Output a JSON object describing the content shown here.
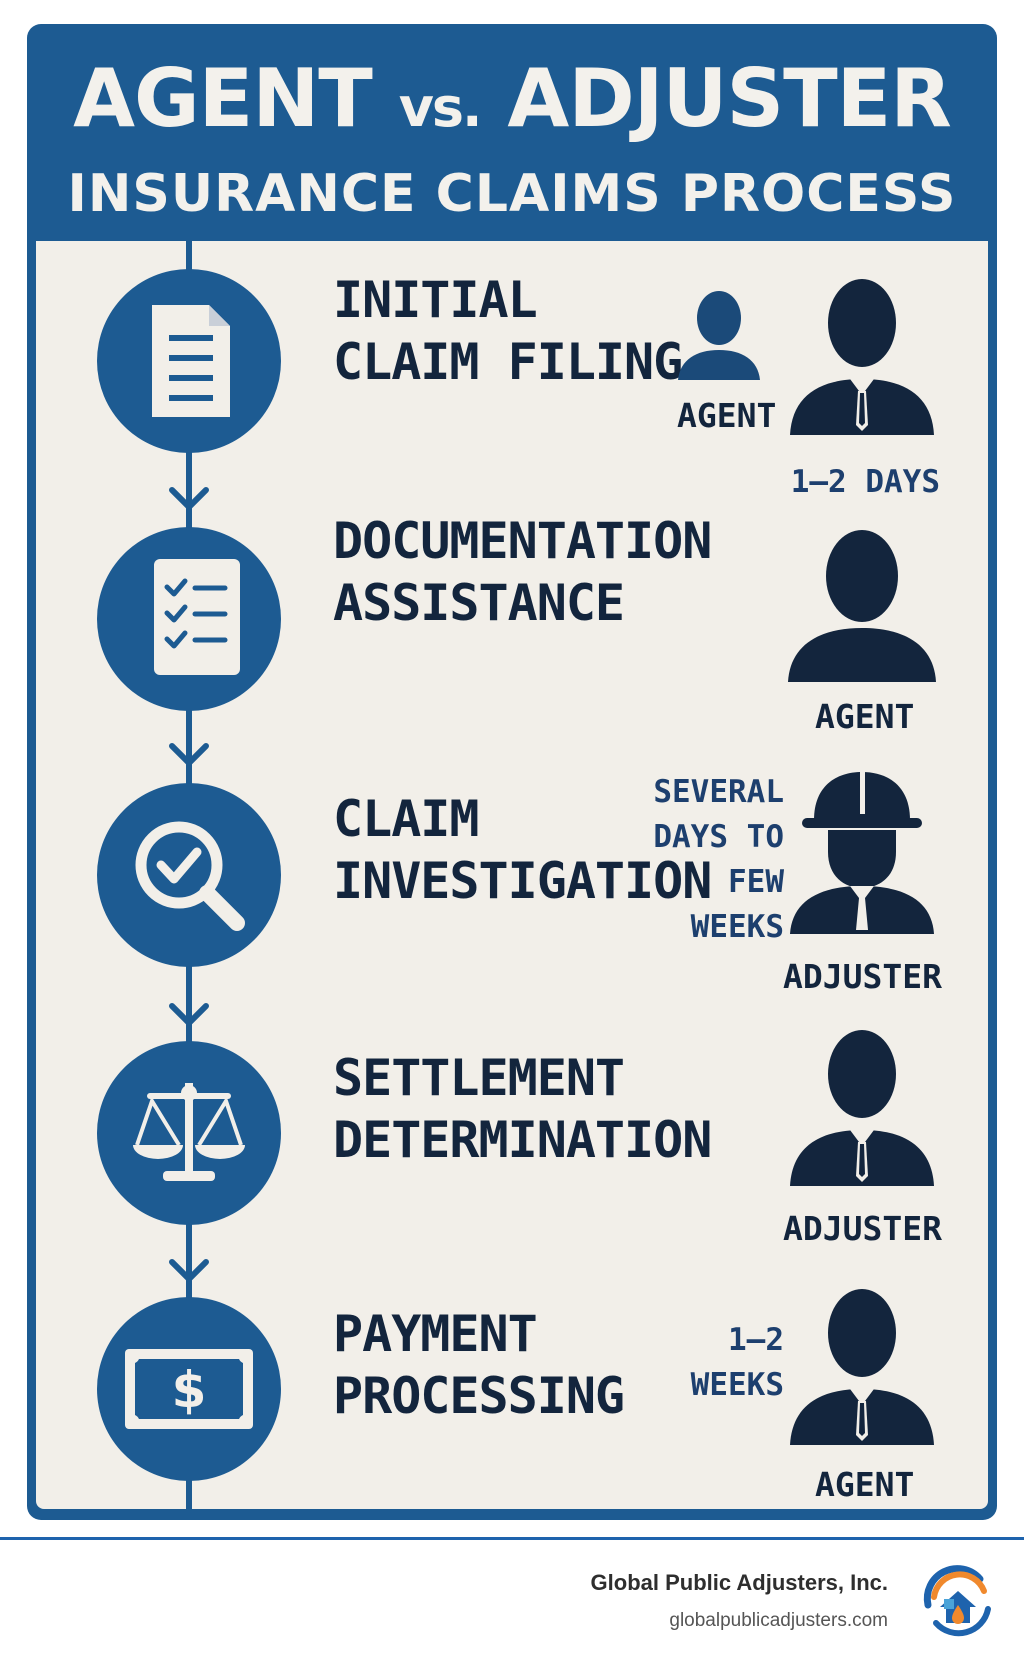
{
  "header": {
    "title_part1": "AGENT",
    "title_vs": "vs.",
    "title_part2": "ADJUSTER",
    "subtitle": "INSURANCE CLAIMS PROCESS"
  },
  "steps": [
    {
      "title_line1": "INITIAL",
      "title_line2": "CLAIM FILING",
      "icon": "document-icon",
      "roles": [
        "AGENT"
      ],
      "duration": "1–2 DAYS"
    },
    {
      "title_line1": "DOCUMENTATION",
      "title_line2": "ASSISTANCE",
      "icon": "checklist-icon",
      "roles": [
        "AGENT"
      ],
      "duration": ""
    },
    {
      "title_line1": "CLAIM",
      "title_line2": "INVESTIGATION",
      "icon": "magnifier-check-icon",
      "roles": [
        "ADJUSTER"
      ],
      "duration_lines": [
        "SEVERAL",
        "DAYS TO",
        "FEW",
        "WEEKS"
      ]
    },
    {
      "title_line1": "SETTLEMENT",
      "title_line2": "DETERMINATION",
      "icon": "scales-icon",
      "roles": [
        "ADJUSTER"
      ],
      "duration": ""
    },
    {
      "title_line1": "PAYMENT",
      "title_line2": "PROCESSING",
      "icon": "dollar-bill-icon",
      "roles": [
        "AGENT"
      ],
      "duration_lines": [
        "1–2",
        "WEEKS"
      ]
    }
  ],
  "footer": {
    "company": "Global Public Adjusters, Inc.",
    "website": "globalpublicadjusters.com"
  },
  "colors": {
    "primary_blue": "#1d5b92",
    "dark_navy": "#13253d",
    "background": "#f2efe9",
    "footer_line": "#1e63ad"
  }
}
